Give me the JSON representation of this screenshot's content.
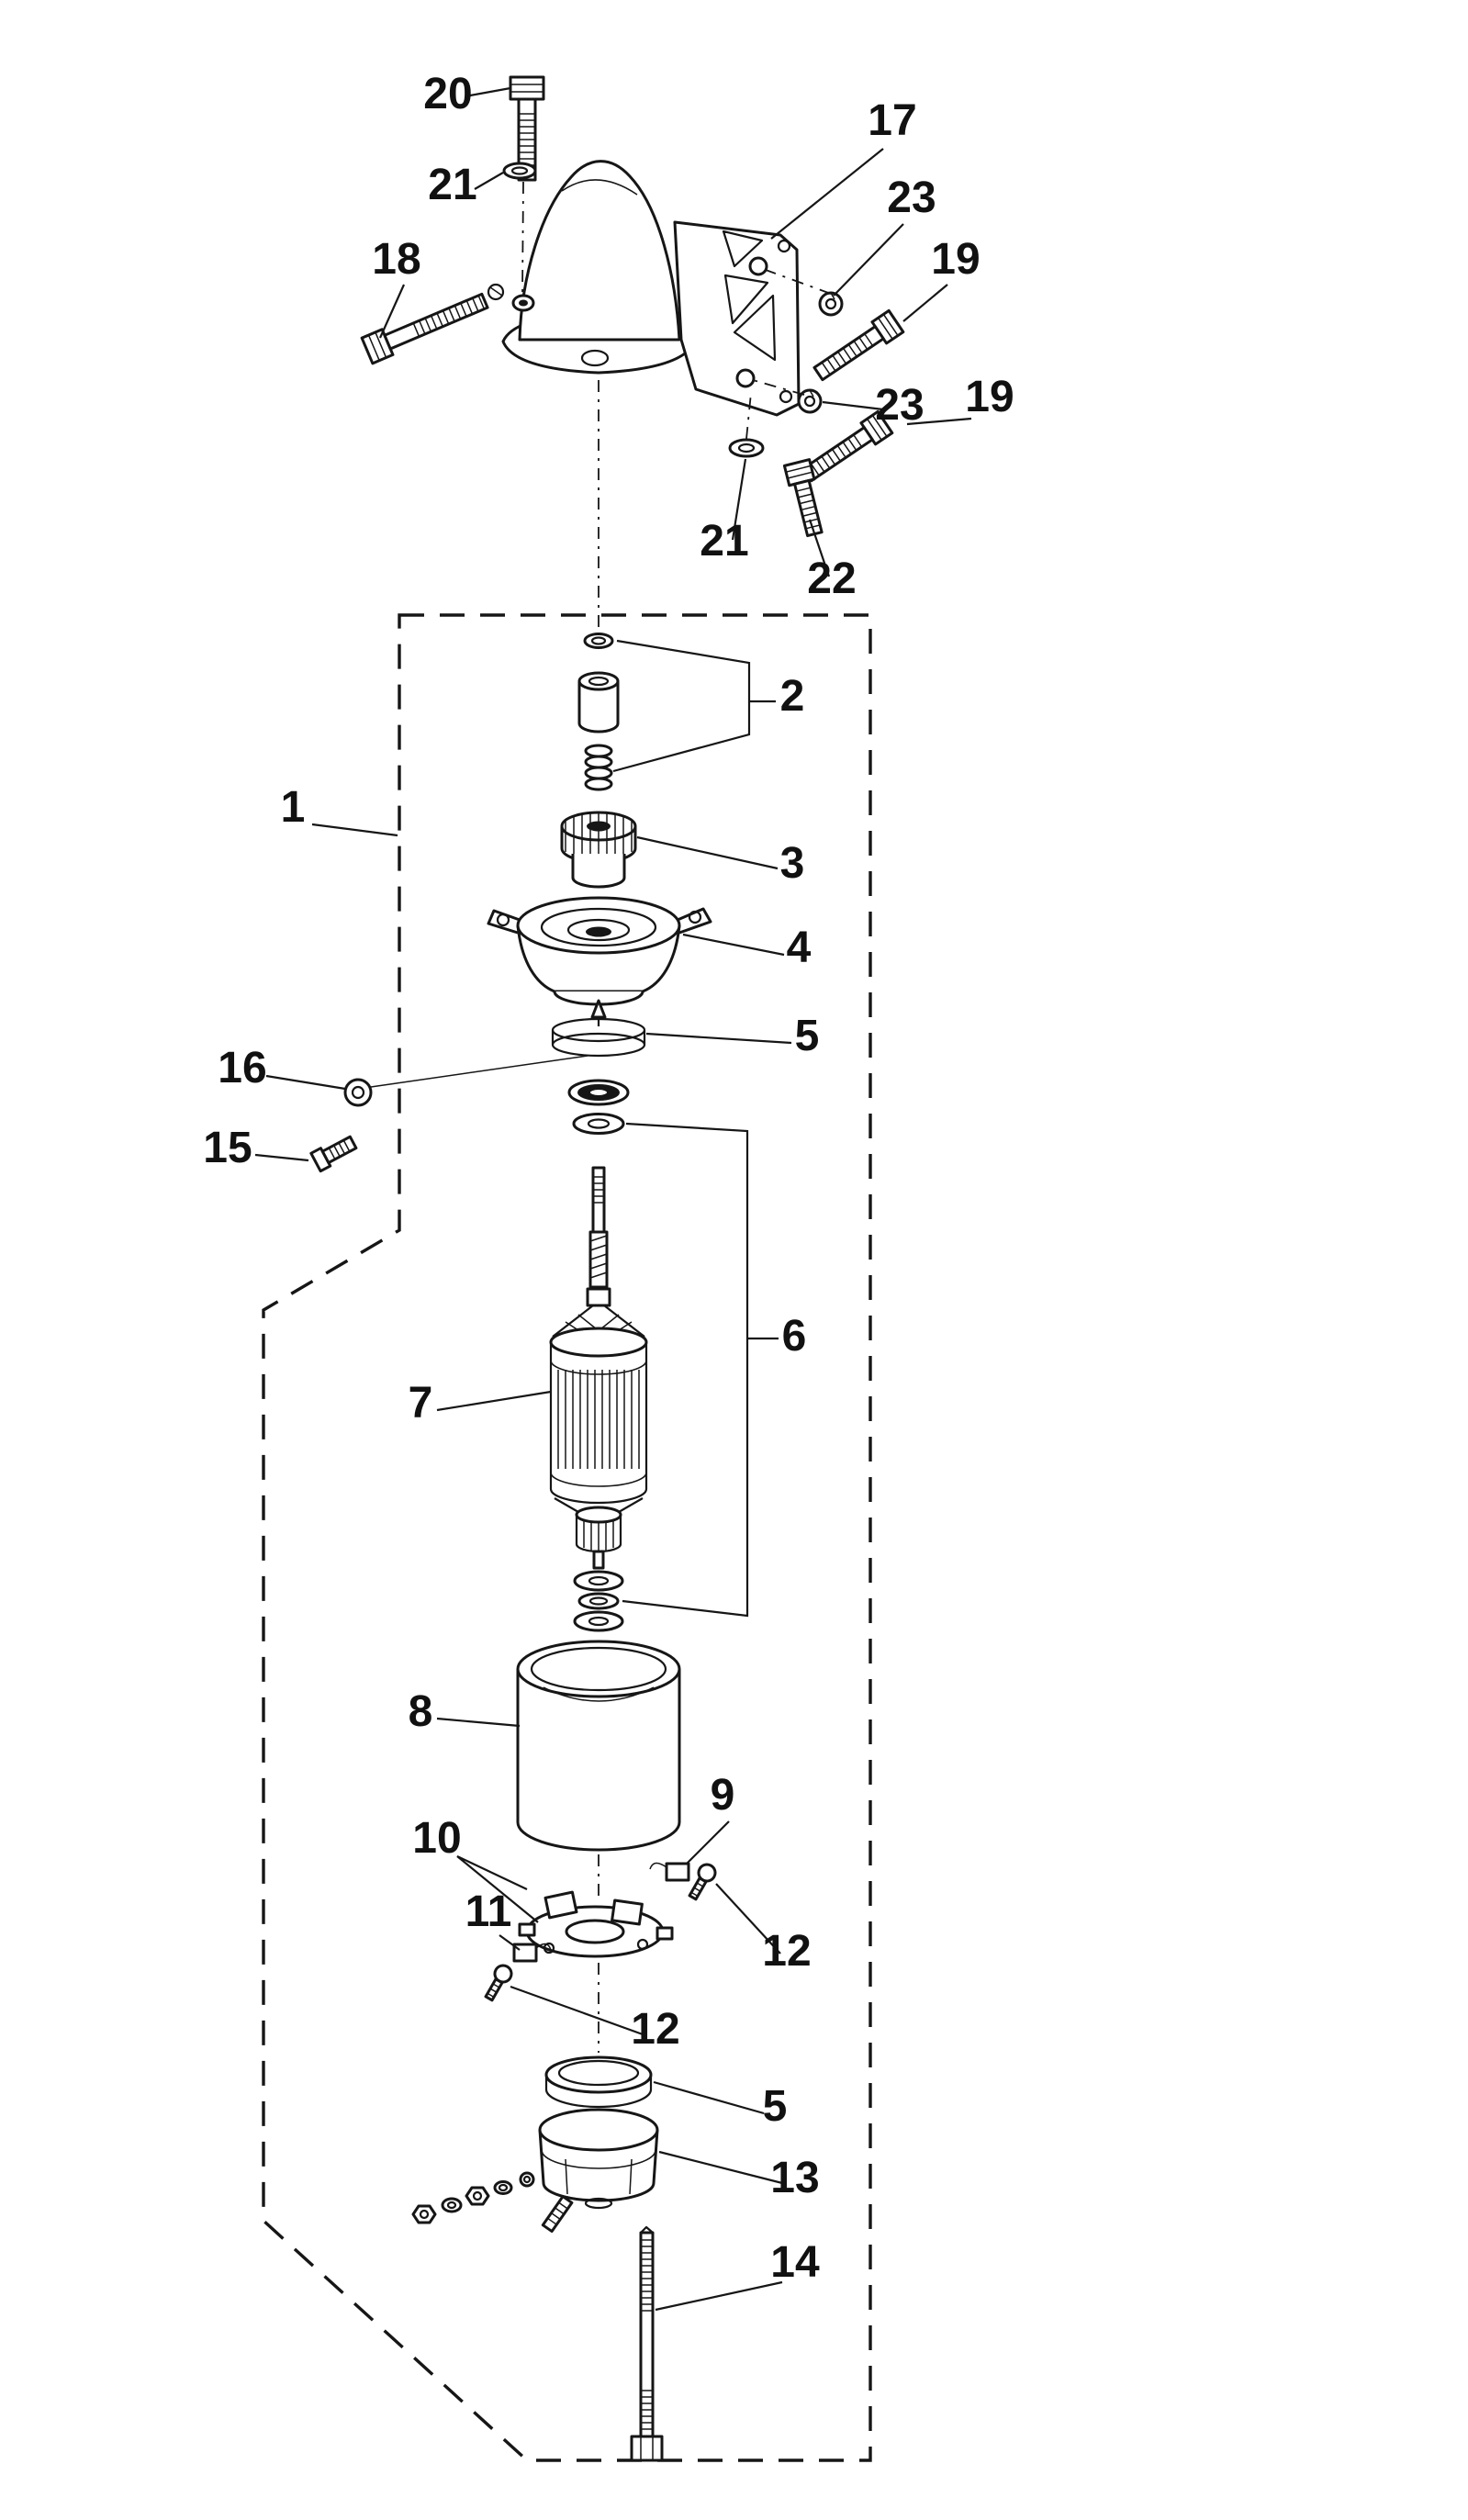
{
  "colors": {
    "ink": "#161616",
    "paper": "#ffffff"
  },
  "callouts": [
    {
      "label": "20"
    },
    {
      "label": "21"
    },
    {
      "label": "17"
    },
    {
      "label": "23"
    },
    {
      "label": "19"
    },
    {
      "label": "18"
    },
    {
      "label": "23"
    },
    {
      "label": "19"
    },
    {
      "label": "21"
    },
    {
      "label": "22"
    },
    {
      "label": "2"
    },
    {
      "label": "1"
    },
    {
      "label": "3"
    },
    {
      "label": "4"
    },
    {
      "label": "5"
    },
    {
      "label": "16"
    },
    {
      "label": "15"
    },
    {
      "label": "6"
    },
    {
      "label": "7"
    },
    {
      "label": "8"
    },
    {
      "label": "9"
    },
    {
      "label": "10"
    },
    {
      "label": "11"
    },
    {
      "label": "12"
    },
    {
      "label": "12"
    },
    {
      "label": "5"
    },
    {
      "label": "13"
    },
    {
      "label": "14"
    }
  ]
}
